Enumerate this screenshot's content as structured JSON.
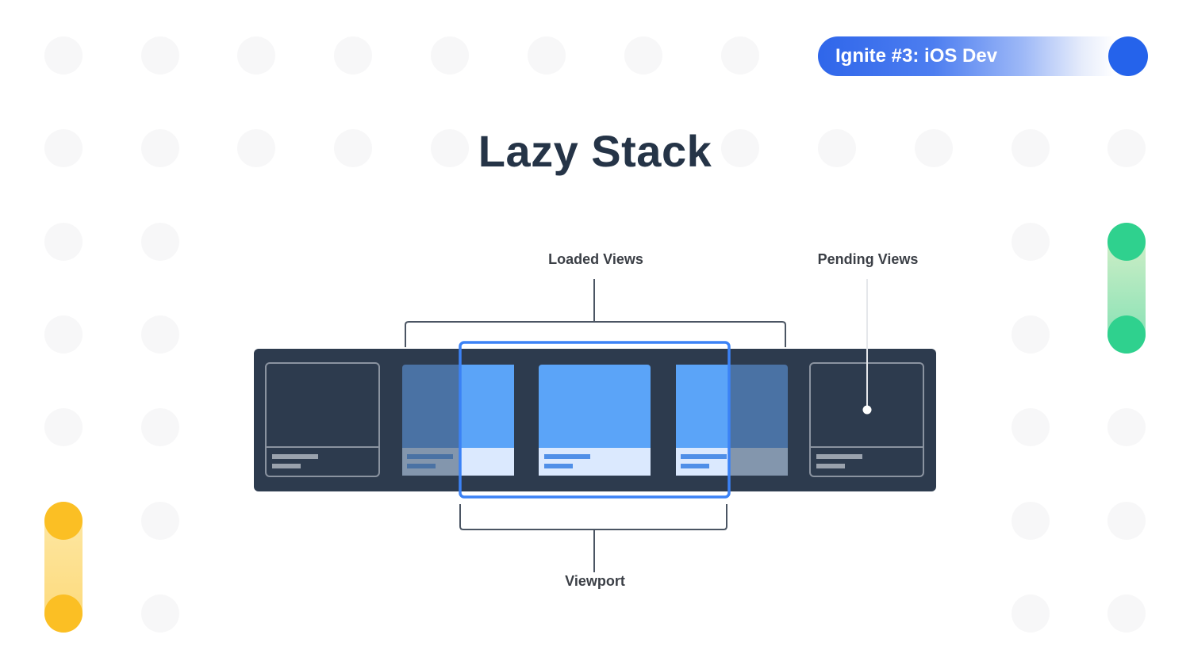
{
  "header": {
    "badge_text": "Ignite #3: iOS Dev"
  },
  "slide": {
    "title": "Lazy Stack"
  },
  "diagram": {
    "labels": {
      "loaded": "Loaded Views",
      "pending": "Pending Views",
      "viewport": "Viewport"
    },
    "cards": [
      {
        "state": "pending"
      },
      {
        "state": "loaded-partially-visible"
      },
      {
        "state": "visible"
      },
      {
        "state": "loaded-partially-visible"
      },
      {
        "state": "pending"
      }
    ]
  },
  "colors": {
    "strip": "#2d3b4e",
    "card_active": "#5ba4f8",
    "card_loaded_dim": "#4a72a4",
    "viewport_border": "#3b82f6",
    "accent_blue": "#2563eb",
    "accent_green": "#2fd18e",
    "accent_yellow": "#fbbf24"
  }
}
